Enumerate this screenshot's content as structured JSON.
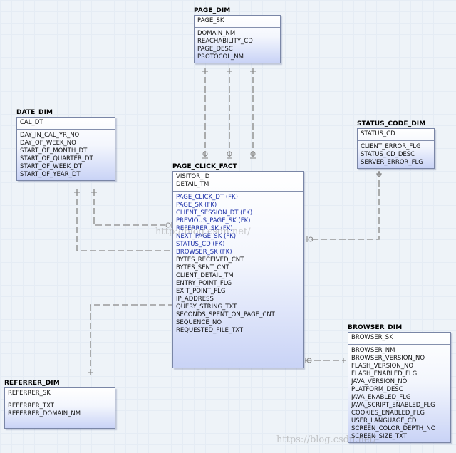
{
  "entities": {
    "page_dim": {
      "title": "PAGE_DIM",
      "pk": [
        "PAGE_SK"
      ],
      "columns": [
        "DOMAIN_NM",
        "REACHABILITY_CD",
        "PAGE_DESC",
        "PROTOCOL_NM"
      ]
    },
    "date_dim": {
      "title": "DATE_DIM",
      "pk": [
        "CAL_DT"
      ],
      "columns": [
        "DAY_IN_CAL_YR_NO",
        "DAY_OF_WEEK_NO",
        "START_OF_MONTH_DT",
        "START_OF_QUARTER_DT",
        "START_OF_WEEK_DT",
        "START_OF_YEAR_DT"
      ]
    },
    "status_code_dim": {
      "title": "STATUS_CODE_DIM",
      "pk": [
        "STATUS_CD"
      ],
      "columns": [
        "CLIENT_ERROR_FLG",
        "STATUS_CD_DESC",
        "SERVER_ERROR_FLG"
      ]
    },
    "page_click_fact": {
      "title": "PAGE_CLICK_FACT",
      "pk": [
        "VISITOR_ID",
        "DETAIL_TM"
      ],
      "fk_columns": [
        "PAGE_CLICK_DT (FK)",
        "PAGE_SK (FK)",
        "CLIENT_SESSION_DT (FK)",
        "PREVIOUS_PAGE_SK (FK)",
        "REFERRER_SK (FK)",
        "NEXT_PAGE_SK (FK)",
        "STATUS_CD (FK)",
        "BROWSER_SK (FK)"
      ],
      "columns": [
        "BYTES_RECEIVED_CNT",
        "BYTES_SENT_CNT",
        "CLIENT_DETAIL_TM",
        "ENTRY_POINT_FLG",
        "EXIT_POINT_FLG",
        "IP_ADDRESS",
        "QUERY_STRING_TXT",
        "SECONDS_SPENT_ON_PAGE_CNT",
        "SEQUENCE_NO",
        "REQUESTED_FILE_TXT"
      ]
    },
    "browser_dim": {
      "title": "BROWSER_DIM",
      "pk": [
        "BROWSER_SK"
      ],
      "columns": [
        "BROWSER_NM",
        "BROWSER_VERSION_NO",
        "FLASH_VERSION_NO",
        "FLASH_ENABLED_FLG",
        "JAVA_VERSION_NO",
        "PLATFORM_DESC",
        "JAVA_ENABLED_FLG",
        "JAVA_SCRIPT_ENABLED_FLG",
        "COOKIES_ENABLED_FLG",
        "USER_LANGUAGE_CD",
        "SCREEN_COLOR_DEPTH_NO",
        "SCREEN_SIZE_TXT"
      ]
    },
    "referrer_dim": {
      "title": "REFERRER_DIM",
      "pk": [
        "REFERRER_SK"
      ],
      "columns": [
        "REFERRER_TXT",
        "REFERRER_DOMAIN_NM"
      ]
    }
  },
  "watermarks": [
    "http://blog.csdn.net/",
    "https://blog.csdn.net/"
  ],
  "colors": {
    "fk_text": "#1b2fa8",
    "connector": "#9a9a9a",
    "entity_border": "#7a86a6"
  }
}
